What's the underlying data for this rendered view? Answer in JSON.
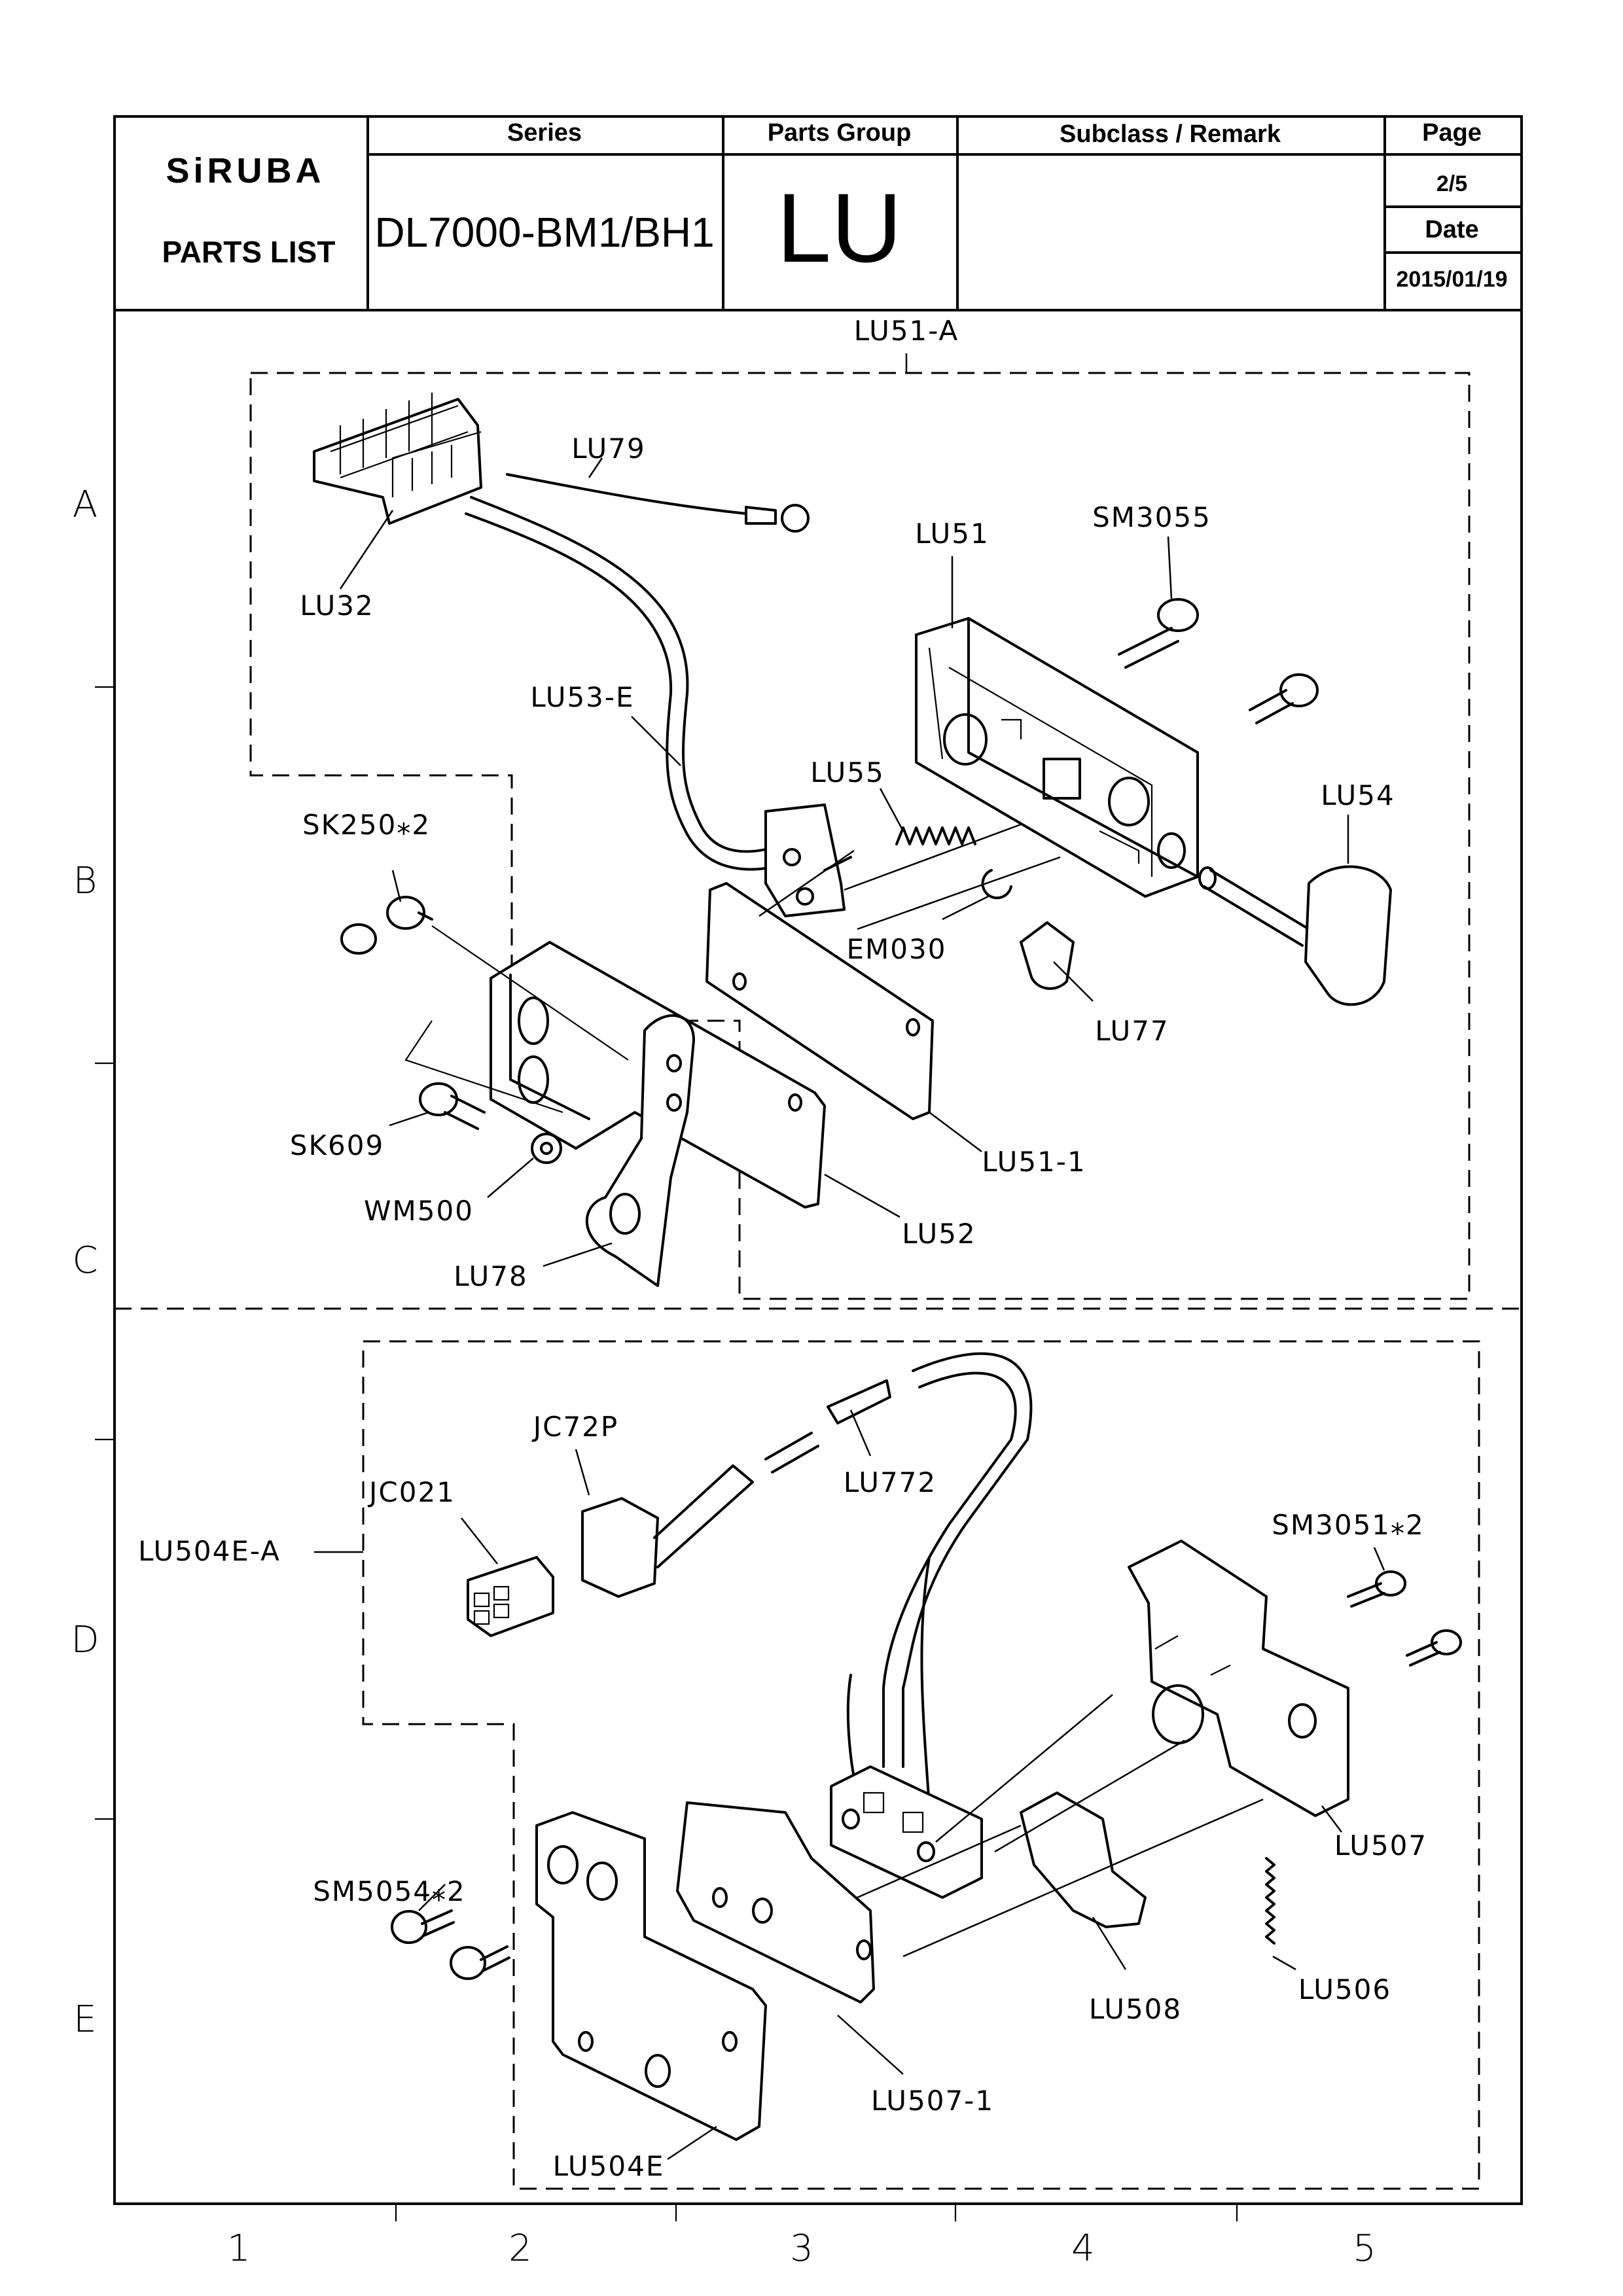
{
  "header": {
    "brand": "SiRUBA",
    "doc_type": "PARTS LIST",
    "series_label": "Series",
    "series_value": "DL7000-BM1/BH1",
    "group_label": "Parts Group",
    "group_value": "LU",
    "subclass_label": "Subclass / Remark",
    "subclass_value": "",
    "page_label": "Page",
    "page_value": "2/5",
    "date_label": "Date",
    "date_value": "2015/01/19"
  },
  "grid": {
    "rows": [
      "A",
      "B",
      "C",
      "D",
      "E"
    ],
    "columns": [
      "1",
      "2",
      "3",
      "4",
      "5"
    ]
  },
  "assemblies": {
    "upper": "LU51-A",
    "lower": "LU504E-A"
  },
  "callouts": {
    "lu79": "LU79",
    "lu32": "LU32",
    "lu51": "LU51",
    "sm3055": "SM3055",
    "lu53e": "LU53-E",
    "lu55": "LU55",
    "lu54": "LU54",
    "sk250": "SK250⁎2",
    "em030": "EM030",
    "lu77": "LU77",
    "sk609": "SK609",
    "lu51_1": "LU51-1",
    "wm500": "WM500",
    "lu52": "LU52",
    "lu78": "LU78",
    "jc72p": "JC72P",
    "lu772": "LU772",
    "jc021": "JC021",
    "sm3051": "SM3051⁎2",
    "lu507": "LU507",
    "sm5054": "SM5054⁎2",
    "lu506": "LU506",
    "lu508": "LU508",
    "lu507_1": "LU507-1",
    "lu504e": "LU504E"
  }
}
